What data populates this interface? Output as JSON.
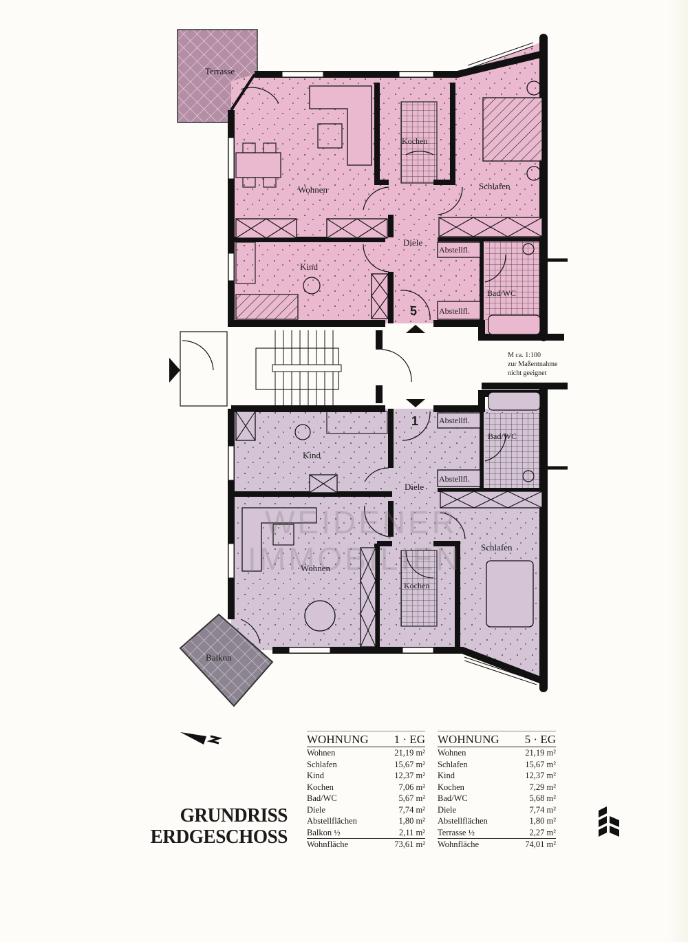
{
  "plan": {
    "title_line1": "GRUNDRISS",
    "title_line2": "ERDGESCHOSS",
    "scale_note": [
      "M ca. 1:100",
      "zur Maßentnahme",
      "nicht geeignet"
    ],
    "watermark_line1": "WEIDENER",
    "watermark_line2": "IMMOBILIEN",
    "north_symbol": "north-arrow-N",
    "colors": {
      "unit5_fill": "#eab8cf",
      "unit1_fill": "#d4c4d6",
      "wall": "#111111",
      "paper": "#fdfcf8"
    }
  },
  "unit5": {
    "number": "5",
    "rooms": {
      "terrasse": "Terrasse",
      "wohnen": "Wohnen",
      "kochen": "Kochen",
      "schlafen": "Schlafen",
      "kind": "Kind",
      "diele": "Diele",
      "abstell1": "Abstellfl.",
      "abstell2": "Abstellfl.",
      "bad": "Bad/WC"
    }
  },
  "unit1": {
    "number": "1",
    "rooms": {
      "balkon": "Balkon",
      "wohnen": "Wohnen",
      "kochen": "Kochen",
      "schlafen": "Schlafen",
      "kind": "Kind",
      "diele": "Diele",
      "abstell1": "Abstellfl.",
      "abstell2": "Abstellfl.",
      "bad": "Bad/WC"
    }
  },
  "tables": [
    {
      "heading": "WOHNUNG",
      "unit": "1 · EG",
      "rows": [
        {
          "label": "Wohnen",
          "value": "21,19 m²"
        },
        {
          "label": "Schlafen",
          "value": "15,67 m²"
        },
        {
          "label": "Kind",
          "value": "12,37 m²"
        },
        {
          "label": "Kochen",
          "value": "7,06 m²"
        },
        {
          "label": "Bad/WC",
          "value": "5,67 m²"
        },
        {
          "label": "Diele",
          "value": "7,74 m²"
        },
        {
          "label": "Abstellflächen",
          "value": "1,80 m²"
        },
        {
          "label": "Balkon ½",
          "value": "2,11 m²"
        }
      ],
      "total": {
        "label": "Wohnfläche",
        "value": "73,61 m²"
      }
    },
    {
      "heading": "WOHNUNG",
      "unit": "5 · EG",
      "rows": [
        {
          "label": "Wohnen",
          "value": "21,19 m²"
        },
        {
          "label": "Schlafen",
          "value": "15,67 m²"
        },
        {
          "label": "Kind",
          "value": "12,37 m²"
        },
        {
          "label": "Kochen",
          "value": "7,29 m²"
        },
        {
          "label": "Bad/WC",
          "value": "5,68 m²"
        },
        {
          "label": "Diele",
          "value": "7,74 m²"
        },
        {
          "label": "Abstellflächen",
          "value": "1,80 m²"
        },
        {
          "label": "Terrasse ½",
          "value": "2,27 m²"
        }
      ],
      "total": {
        "label": "Wohnfläche",
        "value": "74,01 m²"
      }
    }
  ]
}
